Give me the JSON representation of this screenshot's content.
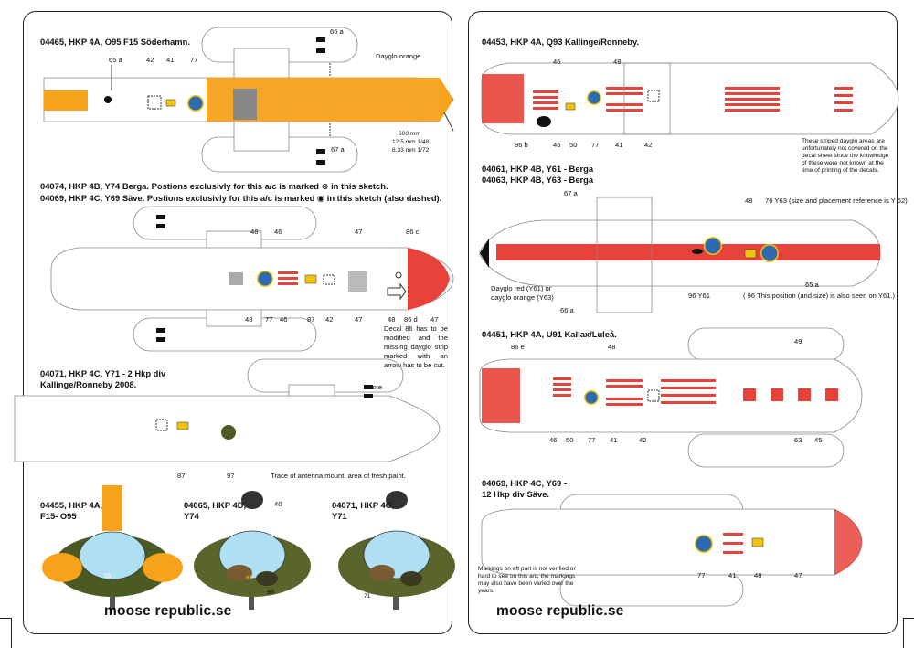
{
  "brand": {
    "site": "moose republic.se",
    "logo_text": "moose republic.se"
  },
  "colors": {
    "dayglo_orange": "#f7a21b",
    "dayglo_red": "#e8433b",
    "olive": "#4b5a22",
    "roundel_blue": "#2e6ab0",
    "roundel_yellow": "#f2c20e"
  },
  "left": {
    "s1": {
      "title": "04465, HKP 4A, O95 F15 Söderhamn.",
      "label_dayglo": "Dayglo orange",
      "n65a": "65 a",
      "n42": "42",
      "n41": "41",
      "n77": "77",
      "n66a": "66 a",
      "n67a": "67 a",
      "scale1": "600 mm",
      "scale2": "12.5 mm 1/48",
      "scale3": "8.33 mm 1/72"
    },
    "s2": {
      "title1": "04074, HKP 4B, Y74 Berga. Postions exclusivly for this a/c is marked ⊗ in this sketch.",
      "title2": "04069, HKP 4C, Y69 Säve. Postions exclusivly for this a/c is marked ◉ in this sketch (also dashed).",
      "t48": "48",
      "t46": "46",
      "t47": "47",
      "t86c": "86 c",
      "b48": "48",
      "b77": "77",
      "b46": "46",
      "b87": "87",
      "b42": "42",
      "b47": "47",
      "b48r": "48",
      "b86d": "86 d",
      "b47r": "47",
      "note": "Decal 86 has to be modified and the missing dayglo strip marked with an arrow has to be cut."
    },
    "s3": {
      "title1": "04071, HKP 4C, Y71 - 2 Hkp div",
      "title2": "Kallinge/Ronneby 2008.",
      "note": "Note",
      "n87": "87",
      "n97": "97",
      "trace": "Trace of antenna mount, area of fresh paint."
    },
    "front": [
      {
        "title1": "04455, HKP 4A,",
        "title2": "F15- O95",
        "nose": "95"
      },
      {
        "title1": "04065, HKP 4D,",
        "title2": "Y74",
        "n40": "40",
        "nose": "65",
        "n86": "86"
      },
      {
        "title1": "04071, HKP 4C,",
        "title2": "Y71",
        "n71": "71"
      }
    ]
  },
  "right": {
    "s1": {
      "title": "04453, HKP 4A, Q93 Kallinge/Ronneby.",
      "t46": "46",
      "t48": "48",
      "n86b": "86 b",
      "n46": "46",
      "n50": "50",
      "n77": "77",
      "n41": "41",
      "n42": "42",
      "note": "These striped dayglo areas are unfortunately not covered on the decal sheet since the knowledge of these were not known at the time of printing of the decals."
    },
    "s2": {
      "title1": "04061, HKP 4B, Y61 - Berga",
      "title2": "04063, HKP 4B, Y63 - Berga",
      "n67a": "67 a",
      "n48": "48",
      "n76": "76 Y63 (size and placement reference is Y 62)",
      "n66a": "66 a",
      "n65a": "65 a",
      "n96": "96 Y61",
      "n96b": "( 96 This position (and size) is also seen on Y61.)",
      "note1": "Dayglo red (Y61) or",
      "note2": "dayglo orange (Y63)"
    },
    "s3": {
      "title": "04451, HKP 4A, U91 Kallax/Luleå.",
      "n86e": "86 e",
      "n48": "48",
      "n49": "49",
      "n46": "46",
      "n50": "50",
      "n77": "77",
      "n41": "41",
      "n42": "42",
      "n63": "63",
      "n45": "45"
    },
    "s4": {
      "title1": "04069, HKP 4C, Y69 -",
      "title2": "12 Hkp div Säve.",
      "n77": "77",
      "n41": "41",
      "n48": "48",
      "n47": "47",
      "note": "Markings on aft part is not verified or hard to see on this a/c, the markings may also have been varied over the years."
    }
  }
}
